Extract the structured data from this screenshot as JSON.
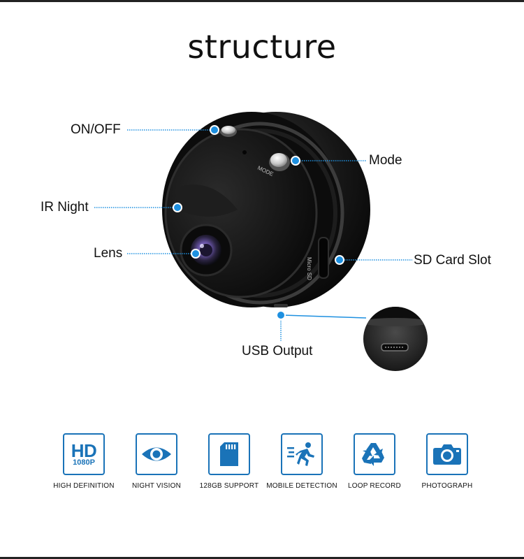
{
  "title": "structure",
  "callouts": {
    "on_off": "ON/OFF",
    "mode": "Mode",
    "ir_night": "IR Night",
    "lens": "Lens",
    "sd_card_slot": "SD Card Slot",
    "usb_output": "USB Output"
  },
  "device_markings": {
    "mode": "MODE",
    "micro_sd": "Micro SD"
  },
  "features": [
    {
      "icon": "hd-1080p-icon",
      "big": "HD",
      "small": "1080P",
      "label": "HIGH DEFINITION"
    },
    {
      "icon": "eye-icon",
      "label": "NIGHT VISION"
    },
    {
      "icon": "sd-card-icon",
      "label": "128GB SUPPORT"
    },
    {
      "icon": "running-person-icon",
      "label": "MOBILE DETECTION"
    },
    {
      "icon": "recycle-icon",
      "label": "LOOP RECORD"
    },
    {
      "icon": "camera-icon",
      "label": "PHOTOGRAPH"
    }
  ],
  "colors": {
    "accent": "#1a73b8",
    "dot": "#1e90e0",
    "device": "#1a1a1a"
  }
}
